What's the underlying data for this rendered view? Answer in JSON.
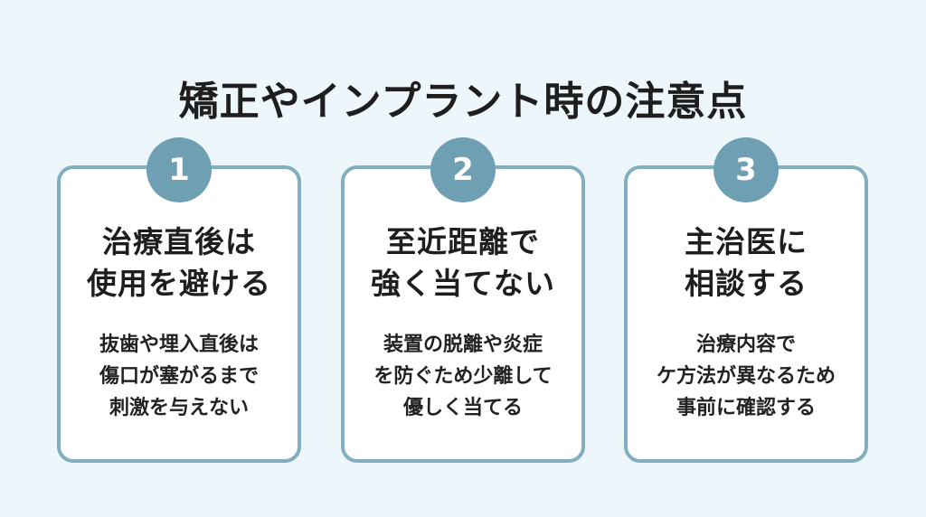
{
  "title": "矯正やインプラント時の注意点",
  "cards": [
    {
      "number": "1",
      "heading": [
        "治療直後は",
        "使用を避ける"
      ],
      "description": [
        "抜歯や埋入直後は",
        "傷口が塞がるまで",
        "刺激を与えない"
      ]
    },
    {
      "number": "2",
      "heading": [
        "至近距離で",
        "強く当てない"
      ],
      "description": [
        "装置の脱離や炎症",
        "を防ぐため少離して",
        "優しく当てる"
      ]
    },
    {
      "number": "3",
      "heading": [
        "主治医に",
        "相談する"
      ],
      "description": [
        "治療内容で",
        "ケ方法が異なるため",
        "事前に確認する"
      ]
    }
  ],
  "colors": {
    "background": "#edf6fb",
    "card_border": "#83aec0",
    "badge": "#6f9fb2",
    "text": "#1e1e1e"
  }
}
